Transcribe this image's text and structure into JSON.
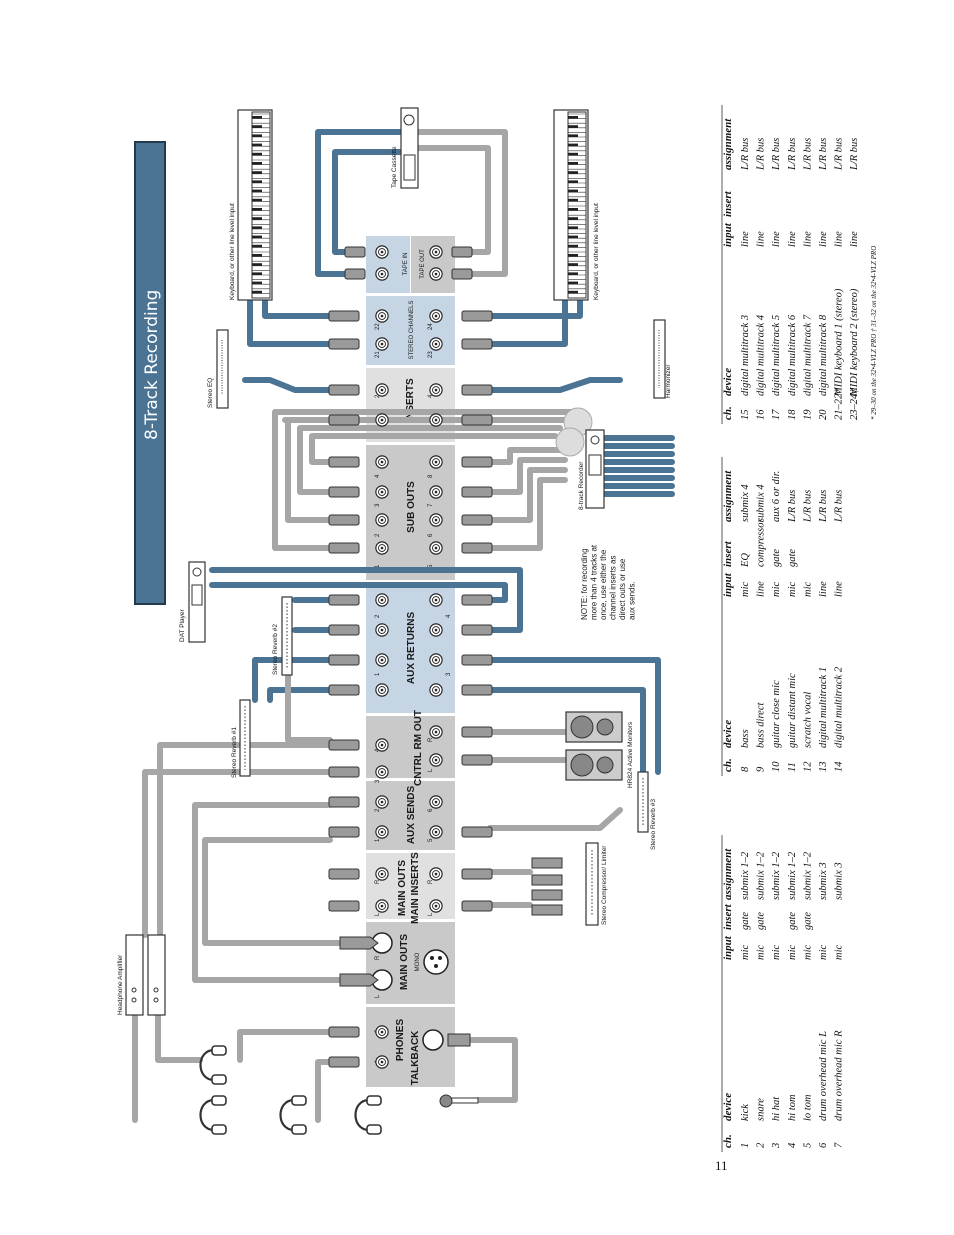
{
  "title": "8-Track Recording",
  "page_number": "11",
  "mixer": {
    "talkback": "TALKBACK",
    "phones": "PHONES",
    "main_outs_xlr": "MAIN OUTS",
    "mono": "MONO",
    "main_inserts": "MAIN INSERTS",
    "main_outs": "MAIN OUTS",
    "aux_sends": "AUX SENDS",
    "ctrl_rm_out": "CNTRL RM OUT",
    "aux_returns": "AUX RETURNS",
    "sub_outs": "SUB OUTS",
    "inserts": "INSERTS",
    "stereo_channels": "STEREO CHANNELS",
    "tape_in": "TAPE IN",
    "tape_out": "TAPE OUT",
    "L": "L",
    "R": "R",
    "n1": "1",
    "n2": "2",
    "n3": "3",
    "n4": "4",
    "n5": "5",
    "n6": "6",
    "n7": "7",
    "n8": "8",
    "n21": "21",
    "n22": "22",
    "n23": "23",
    "n24": "24"
  },
  "devices": {
    "headphone_amp": "Headphone Amplifier",
    "stereo_compressor": "Stereo Compressor/ Limiter",
    "stereo_reverb_1": "Stereo Reverb #1",
    "stereo_reverb_2": "Stereo Reverb #2",
    "stereo_reverb_3": "Stereo Reverb #3",
    "monitors": "HR824 Active Monitors",
    "dat_player": "DAT Player",
    "recorder": "8-track Recorder",
    "stereo_eq": "Stereo EQ",
    "harmonizer": "Harmonizer",
    "tape_cassette": "Tape Cassette",
    "keyboard_1": "Keyboard, or other line level input",
    "keyboard_2": "Keyboard, or other line level input"
  },
  "note": [
    "NOTE: for recording",
    "more than 4 tracks at",
    "once, use either the",
    "channel inserts as",
    "direct outs or use",
    "aux sends."
  ],
  "table": {
    "headers": [
      "ch.",
      "device",
      "input",
      "insert",
      "assignment"
    ],
    "group1": [
      [
        "1",
        "kick",
        "mic",
        "gate",
        "submix 1–2"
      ],
      [
        "2",
        "snare",
        "mic",
        "gate",
        "submix 1–2"
      ],
      [
        "3",
        "hi hat",
        "mic",
        "",
        "submix 1–2"
      ],
      [
        "4",
        "hi tom",
        "mic",
        "gate",
        "submix 1–2"
      ],
      [
        "5",
        "lo tom",
        "mic",
        "gate",
        "submix 1–2"
      ],
      [
        "6",
        "drum overhead mic L",
        "mic",
        "",
        "submix 3"
      ],
      [
        "7",
        "drum overhead mic R",
        "mic",
        "",
        "submix 3"
      ]
    ],
    "group2": [
      [
        "8",
        "bass",
        "mic",
        "EQ",
        "submix 4"
      ],
      [
        "9",
        "bass direct",
        "line",
        "compressor",
        "submix 4"
      ],
      [
        "10",
        "guitar close mic",
        "mic",
        "gate",
        "aux 6 or dir."
      ],
      [
        "11",
        "guitar distant mic",
        "mic",
        "gate",
        "L/R bus"
      ],
      [
        "12",
        "scratch vocal",
        "mic",
        "",
        "L/R bus"
      ],
      [
        "13",
        "digital multitrack 1",
        "line",
        "",
        "L/R bus"
      ],
      [
        "14",
        "digital multitrack 2",
        "line",
        "",
        "L/R bus"
      ]
    ],
    "group3": [
      [
        "15",
        "digital multitrack 3",
        "line",
        "",
        "L/R bus"
      ],
      [
        "16",
        "digital multitrack 4",
        "line",
        "",
        "L/R bus"
      ],
      [
        "17",
        "digital multitrack 5",
        "line",
        "",
        "L/R bus"
      ],
      [
        "18",
        "digital multitrack 6",
        "line",
        "",
        "L/R bus"
      ],
      [
        "19",
        "digital multitrack 7",
        "line",
        "",
        "L/R bus"
      ],
      [
        "20",
        "digital multitrack 8",
        "line",
        "",
        "L/R bus"
      ],
      [
        "21–22*",
        "MIDI keyboard 1 (stereo)",
        "line",
        "",
        "L/R bus"
      ],
      [
        "23–24†",
        "MIDI keyboard 2 (stereo)",
        "line",
        "",
        "L/R bus"
      ]
    ],
    "footnote": "* 29–30 on the 32•4-VLZ PRO    † 31–32 on the 32•4-VLZ PRO"
  },
  "colors": {
    "blue": "#4a7394",
    "gray": "#a6a6a6",
    "panel_gray": "#c9c9c9",
    "panel_blue": "#c5d5e3",
    "title_bg": "#4a7394"
  }
}
